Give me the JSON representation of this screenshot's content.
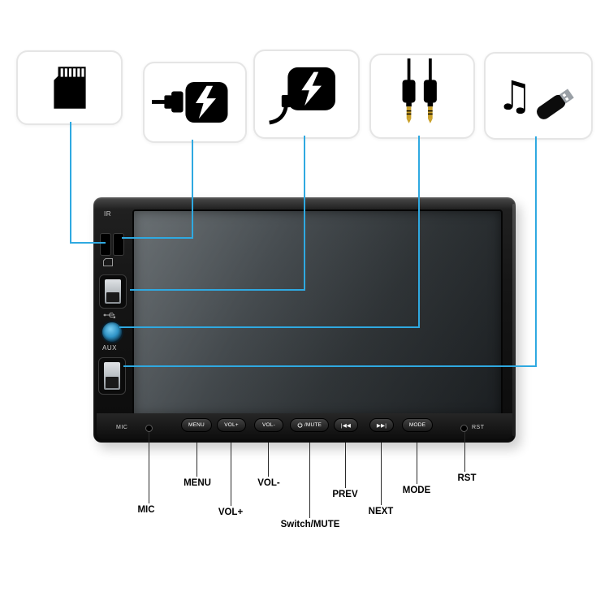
{
  "colors": {
    "accent_blue": "#2fa9e1",
    "unit_body": "#101010"
  },
  "feature_boxes": [
    {
      "name": "micro-sd-card"
    },
    {
      "name": "usb-charging-cable"
    },
    {
      "name": "device-charging"
    },
    {
      "name": "aux-audio-plugs"
    },
    {
      "name": "music-usb-flash-drive"
    }
  ],
  "unit": {
    "ir_label": "IR",
    "aux_label": "AUX",
    "mic_label": "MIC",
    "rst_label": "RST",
    "buttons": [
      {
        "label": "MENU"
      },
      {
        "label": "VOL+"
      },
      {
        "label": "VOL-"
      },
      {
        "label": "/MUTE",
        "has_power_icon": true
      },
      {
        "label": "|◀◀"
      },
      {
        "label": "▶▶|"
      },
      {
        "label": "MODE"
      }
    ]
  },
  "callouts": [
    {
      "label": "MIC"
    },
    {
      "label": "MENU"
    },
    {
      "label": "VOL+"
    },
    {
      "label": "VOL-"
    },
    {
      "label": "Switch/MUTE"
    },
    {
      "label": "PREV"
    },
    {
      "label": "NEXT"
    },
    {
      "label": "MODE"
    },
    {
      "label": "RST"
    }
  ]
}
